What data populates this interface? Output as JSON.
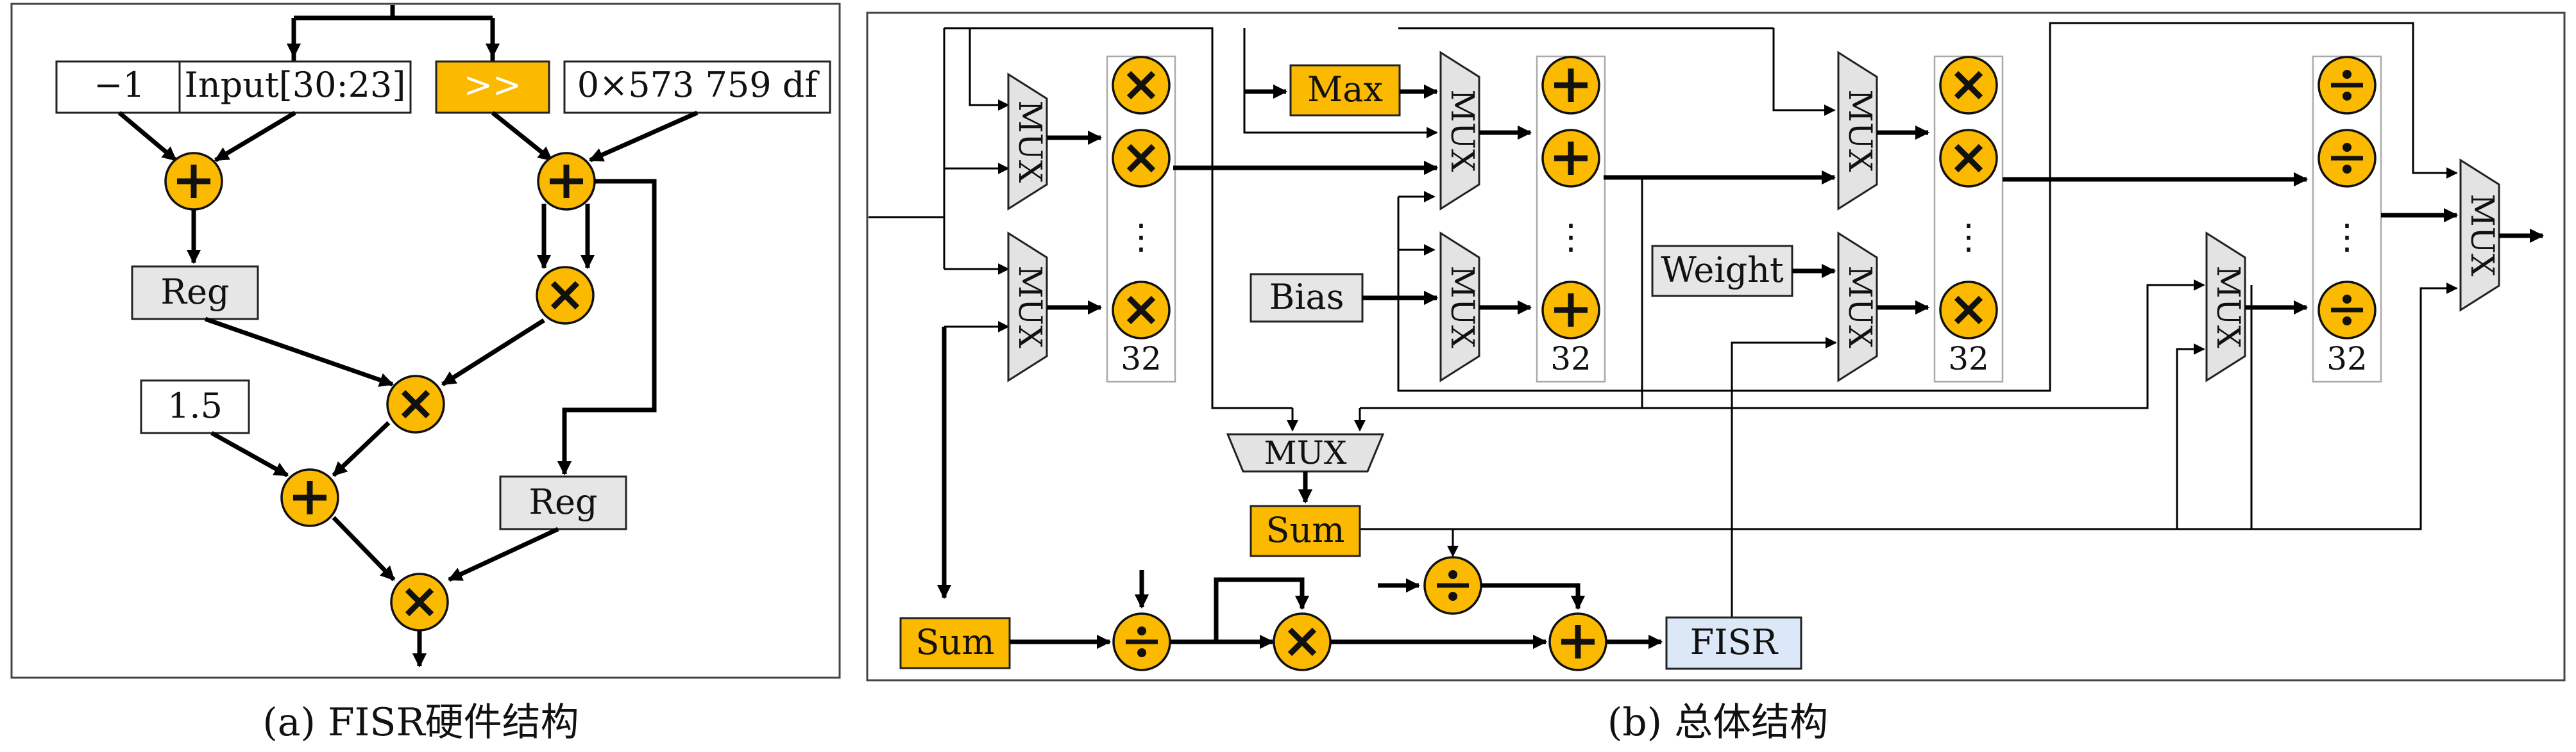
{
  "panel_a": {
    "caption": "(a) FISR硬件结构",
    "const_neg1": "−1",
    "input_label": "Input[30:23]",
    "shift_label": ">>",
    "magic_label": "0×573 759 df",
    "reg_left": "Reg",
    "const_1_5": "1.5",
    "reg_right": "Reg"
  },
  "panel_b": {
    "caption": "(b) 总体结构",
    "mux_label": "MUX",
    "max_label": "Max",
    "bias_label": "Bias",
    "weight_label": "Weight",
    "sum_center": "Sum",
    "sum_left": "Sum",
    "fisr_label": "FISR",
    "lane_count": "32",
    "ellipsis": "⋮"
  }
}
